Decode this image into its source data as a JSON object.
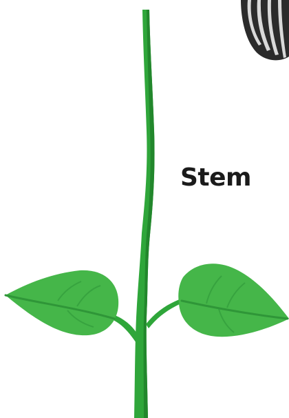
{
  "labels": {
    "stem": "Stem"
  },
  "illustration": {
    "parts": [
      "seed",
      "stem",
      "left-leaf",
      "right-leaf"
    ],
    "colors": {
      "stem": "#2fa63a",
      "stem_dark": "#22872c",
      "leaf": "#45b649",
      "leaf_vein": "#2f9638",
      "seed": "#2b2b2b",
      "seed_stripe": "#d9d9d9",
      "label": "#1b1b1b"
    }
  }
}
